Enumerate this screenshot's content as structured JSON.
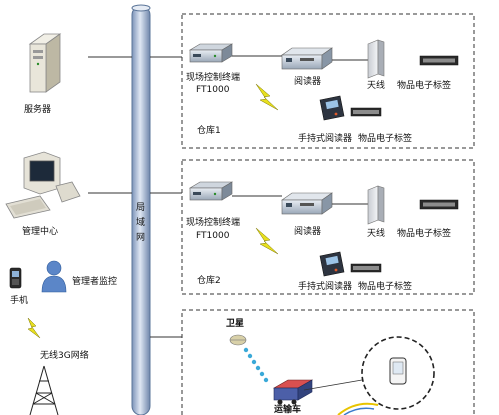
{
  "left": {
    "server": "服务器",
    "mgmt_center": "管理中心",
    "admin_monitor": "管理者监控",
    "phone": "手机",
    "wireless": "无线3G网络"
  },
  "lan": {
    "label": [
      "局",
      "域",
      "网"
    ]
  },
  "warehouse1": {
    "controller_name": "现场控制终端",
    "controller_model": "FT1000",
    "reader": "阅读器",
    "antenna": "天线",
    "tag": "物品电子标签",
    "handheld": "手持式阅读器",
    "handheld_tag": "物品电子标签",
    "name": "仓库1"
  },
  "warehouse2": {
    "controller_name": "现场控制终端",
    "controller_model": "FT1000",
    "reader": "阅读器",
    "antenna": "天线",
    "tag": "物品电子标签",
    "handheld": "手持式阅读器",
    "handheld_tag": "物品电子标签",
    "name": "仓库2"
  },
  "transport": {
    "satellite": "卫星",
    "truck": "运输车"
  },
  "colors": {
    "lan_pipe": "#8aa4c8",
    "pipe_edge": "#5a7498",
    "dashed_box": "#333333",
    "lightning": "#e8e020"
  }
}
